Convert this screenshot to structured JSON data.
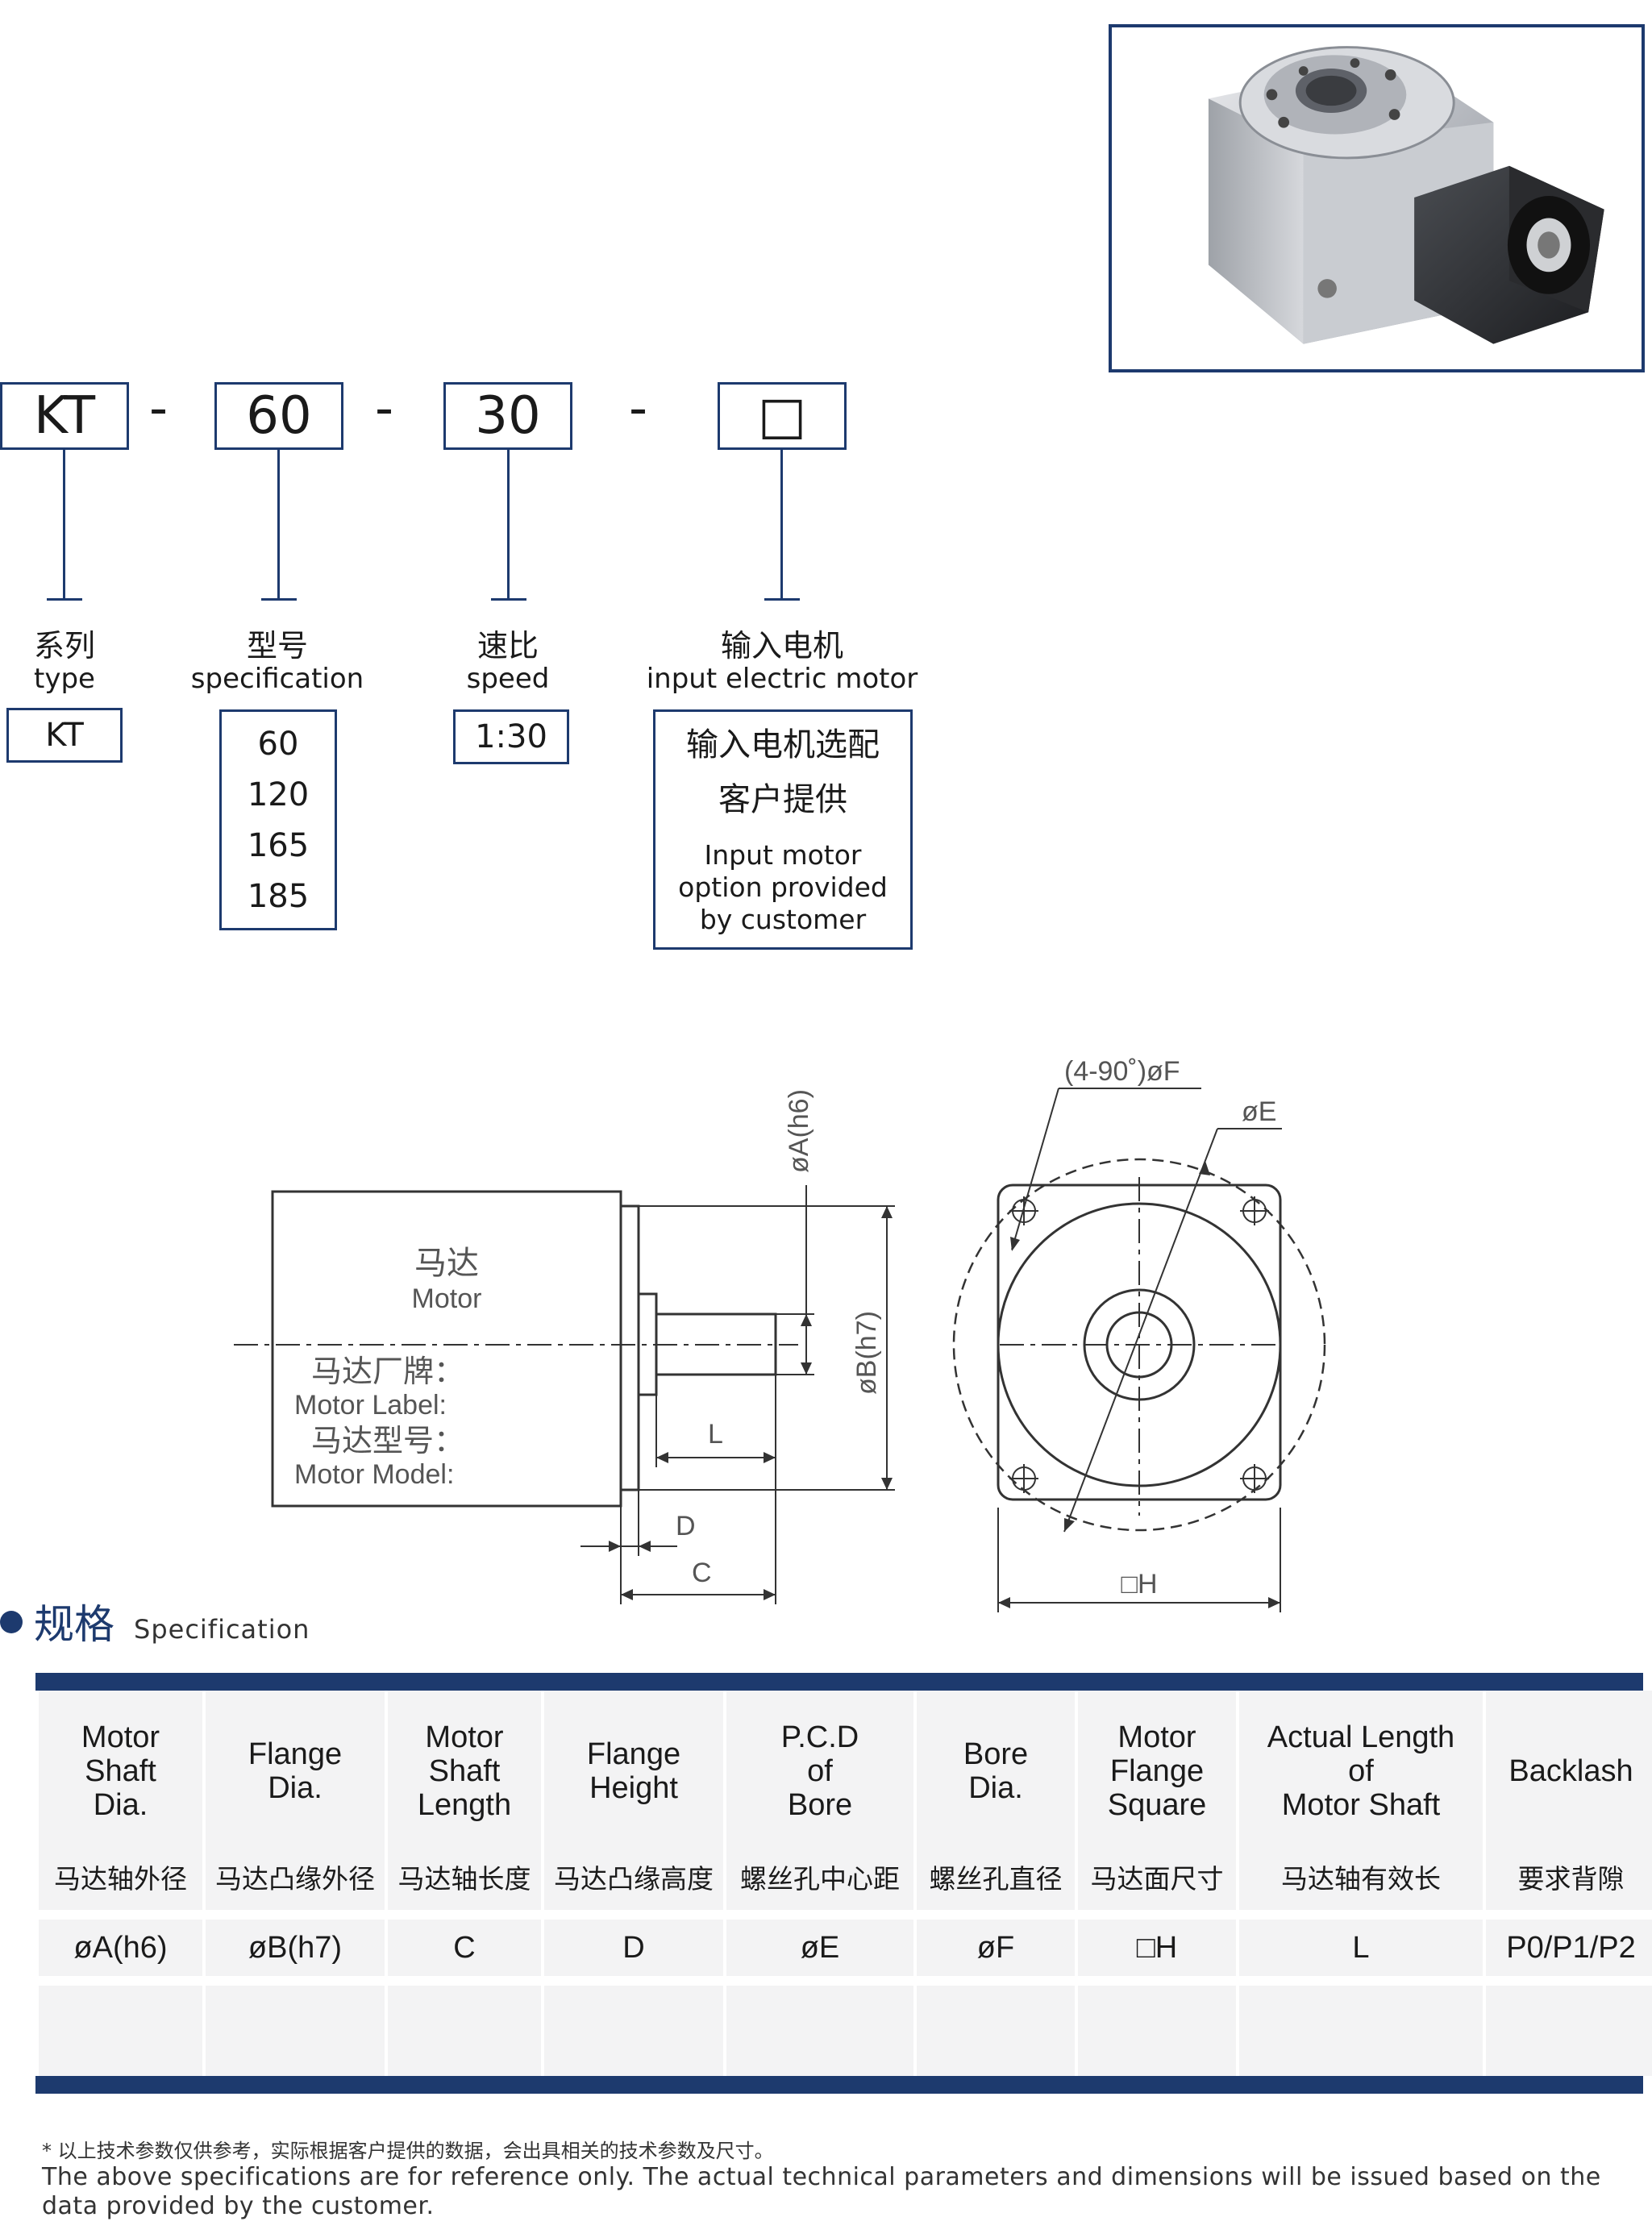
{
  "model_code": {
    "series": "KT",
    "spec": "60",
    "speed": "30",
    "motor_box": "□",
    "separator": "-"
  },
  "labels": {
    "series_cn": "系列",
    "series_en": "type",
    "spec_cn": "型号",
    "spec_en": "specification",
    "speed_cn": "速比",
    "speed_en": "speed",
    "motor_cn": "输入电机",
    "motor_en": "input electric motor"
  },
  "options": {
    "series": [
      "KT"
    ],
    "spec": [
      "60",
      "120",
      "165",
      "185"
    ],
    "speed": [
      "1:30"
    ],
    "motor_cn_line1": "输入电机选配",
    "motor_cn_line2": "客户提供",
    "motor_en_line1": "Input motor",
    "motor_en_line2": "option provided",
    "motor_en_line3": "by customer"
  },
  "drawing": {
    "motor_cn": "马达",
    "motor_en": "Motor",
    "label_cn": "马达厂牌：",
    "label_en": "Motor Label:",
    "model_cn": "马达型号：",
    "model_en": "Motor Model:",
    "dim_a": "øA(h6)",
    "dim_b": "øB(h7)",
    "dim_l": "L",
    "dim_d": "D",
    "dim_c": "C",
    "dim_f": "(4-90˚)øF",
    "dim_e": "øE",
    "dim_h": "□H"
  },
  "spec": {
    "title_cn": "规格",
    "title_en": "Specification",
    "columns": [
      {
        "en": [
          "Motor",
          "Shaft",
          "Dia."
        ],
        "cn": "马达轴外径",
        "symbol": "øA(h6)"
      },
      {
        "en": [
          "Flange",
          "Dia."
        ],
        "cn": "马达凸缘外径",
        "symbol": "øB(h7)"
      },
      {
        "en": [
          "Motor",
          "Shaft",
          "Length"
        ],
        "cn": "马达轴长度",
        "symbol": "C"
      },
      {
        "en": [
          "Flange",
          "Height"
        ],
        "cn": "马达凸缘高度",
        "symbol": "D"
      },
      {
        "en": [
          "P.C.D",
          "of",
          "Bore"
        ],
        "cn": "螺丝孔中心距",
        "symbol": "øE"
      },
      {
        "en": [
          "Bore",
          "Dia."
        ],
        "cn": "螺丝孔直径",
        "symbol": "øF"
      },
      {
        "en": [
          "Motor",
          "Flange",
          "Square"
        ],
        "cn": "马达面尺寸",
        "symbol": "□H"
      },
      {
        "en": [
          "Actual Length",
          "of",
          "Motor Shaft"
        ],
        "cn": "马达轴有效长",
        "symbol": "L"
      },
      {
        "en": [
          "Backlash"
        ],
        "cn": "要求背隙",
        "symbol": "P0/P1/P2"
      }
    ]
  },
  "note": {
    "cn": "* 以上技术参数仅供参考，实际根据客户提供的数据，会出具相关的技术参数及尺寸。",
    "en": "The above specifications are for reference only. The actual technical parameters and dimensions will be issued based on the data provided by the customer."
  },
  "colors": {
    "brand_navy": "#1d3a6e",
    "cell_gray": "#f3f3f4"
  }
}
